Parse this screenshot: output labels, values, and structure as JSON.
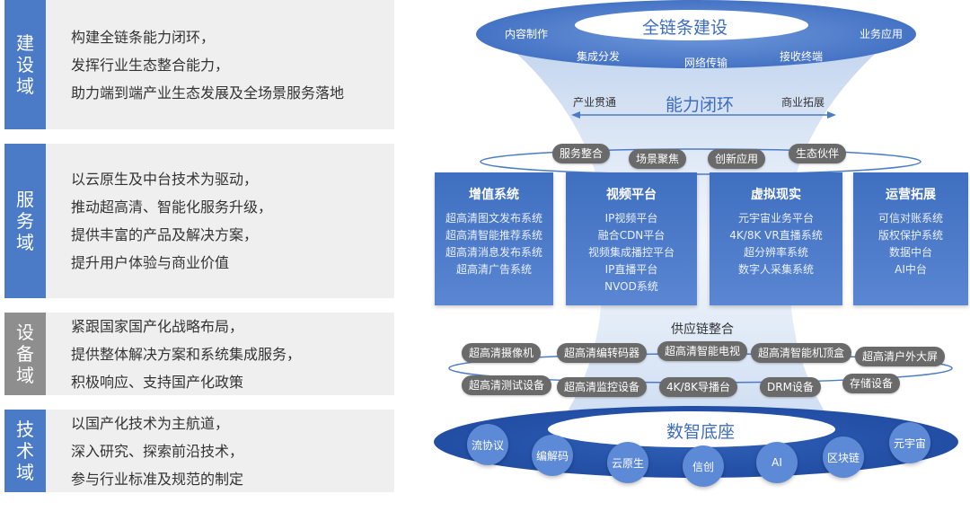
{
  "domains": [
    {
      "tag": [
        "建",
        "设",
        "域"
      ],
      "lines": [
        "构建全链条能力闭环，",
        "发挥行业生态整合能力，",
        "助力端到端产业生态发展及全场景服务落地"
      ]
    },
    {
      "tag": [
        "服",
        "务",
        "域"
      ],
      "lines": [
        "以云原生及中台技术为驱动，",
        "推动超高清、智能化服务升级，",
        "提供丰富的产品及解决方案，",
        "提升用户体验与商业价值"
      ]
    },
    {
      "tag": [
        "设",
        "备",
        "域"
      ],
      "lines": [
        "紧跟国家国产化战略布局，",
        "提供整体解决方案和系统集成服务，",
        "积极响应、支持国产化政策"
      ]
    },
    {
      "tag": [
        "技",
        "术",
        "域"
      ],
      "lines": [
        "以国产化技术为主航道，",
        "深入研究、探索前沿技术，",
        "参与行业标准及规范的制定"
      ]
    }
  ],
  "top": {
    "title": "全链条建设",
    "labels": [
      "内容制作",
      "业务应用",
      "集成分发",
      "网络传输",
      "接收终端"
    ]
  },
  "loop": {
    "title": "能力闭环",
    "left": "产业贯通",
    "right": "商业拓展"
  },
  "ability_pills": [
    "服务整合",
    "场景聚焦",
    "创新应用",
    "生态伙伴"
  ],
  "boxes": [
    {
      "title": "增值系统",
      "items": [
        "超高清图文发布系统",
        "超高清智能推荐系统",
        "超高清消息发布系统",
        "超高清广告系统"
      ]
    },
    {
      "title": "视频平台",
      "items": [
        "IP视频平台",
        "融合CDN平台",
        "视频集成播控平台",
        "IP直播平台",
        "NVOD系统"
      ]
    },
    {
      "title": "虚拟现实",
      "items": [
        "元宇宙业务平台",
        "4K/8K VR直播系统",
        "超分辨率系统",
        "数字人采集系统"
      ]
    },
    {
      "title": "运营拓展",
      "items": [
        "可信对账系统",
        "版权保护系统",
        "数据中台",
        "AI中台"
      ]
    }
  ],
  "supply": {
    "title": "供应链整合",
    "row1": [
      "超高清摄像机",
      "超高清编转码器",
      "超高清智能电视",
      "超高清智能机顶盒",
      "超高清户外大屏"
    ],
    "row2": [
      "超高清测试设备",
      "超高清监控设备",
      "4K/8K导播台",
      "DRM设备",
      "存储设备"
    ]
  },
  "base": {
    "title": "数智底座",
    "circles": [
      "流协议",
      "编解码",
      "云原生",
      "信创",
      "AI",
      "区块链",
      "元宇宙"
    ]
  },
  "colors": {
    "blue": "#4b7bc6",
    "gray": "#8e8e8e",
    "dark_pill": "#6a6a6a",
    "base_blue": "#2f5fb6"
  }
}
